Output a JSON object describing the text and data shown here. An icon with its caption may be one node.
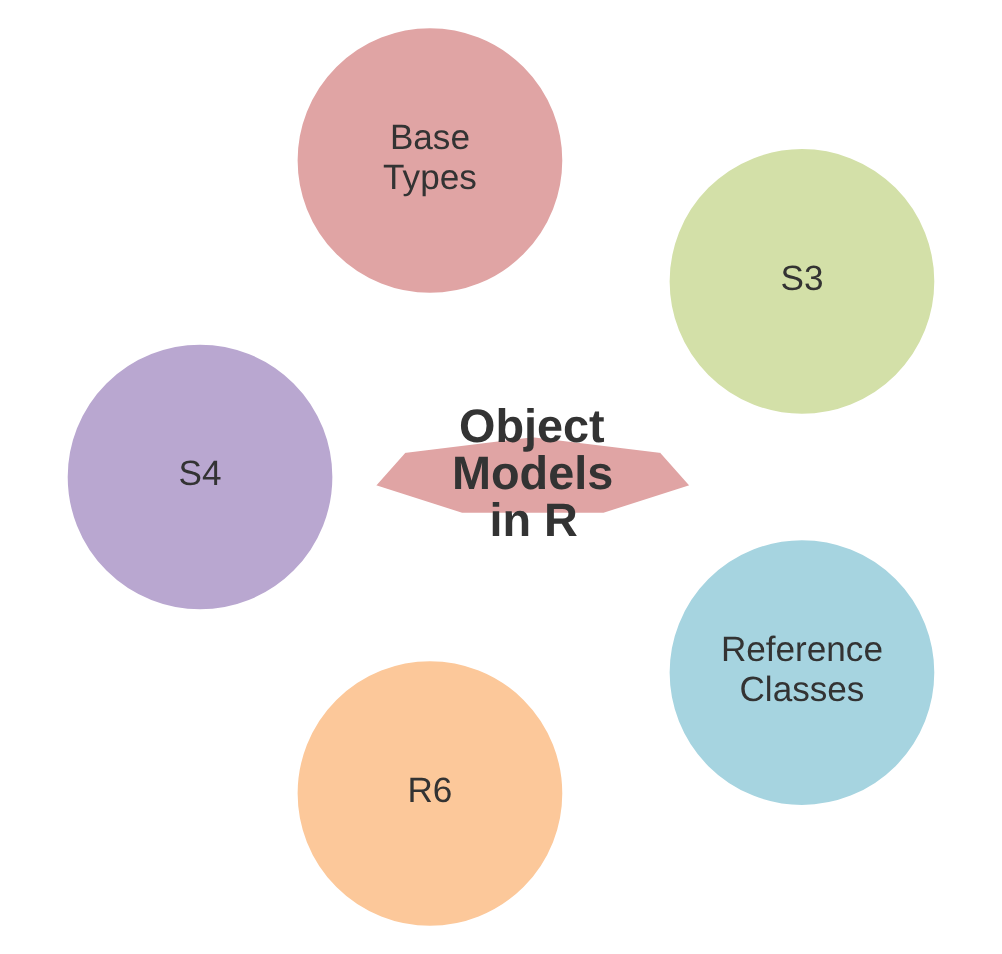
{
  "diagram": {
    "nodes": [
      {
        "text": [
          "S3"
        ]
      },
      {
        "text": [
          "Base Types"
        ]
      },
      {
        "text": [
          "Object Models in R"
        ]
      },
      {
        "text": [
          "S4"
        ]
      },
      {
        "text": [
          "R6"
        ]
      },
      {
        "text": [
          "Reference Classes"
        ]
      }
    ]
  }
}
